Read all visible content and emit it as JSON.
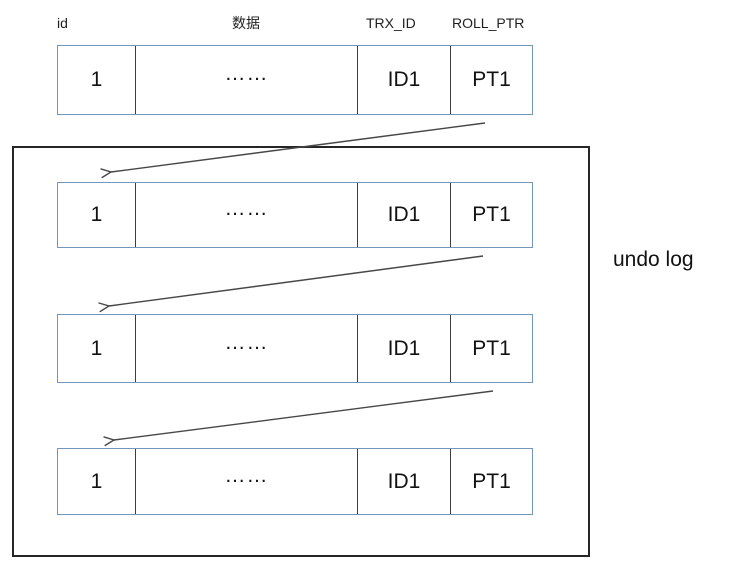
{
  "table": {
    "column_headers": [
      "id",
      "数据",
      "TRX_ID",
      "ROLL_PTR"
    ],
    "rows": [
      {
        "id": "1",
        "data": "……",
        "trx_id": "ID1",
        "roll_ptr": "PT1"
      },
      {
        "id": "1",
        "data": "……",
        "trx_id": "ID1",
        "roll_ptr": "PT1"
      },
      {
        "id": "1",
        "data": "……",
        "trx_id": "ID1",
        "roll_ptr": "PT1"
      },
      {
        "id": "1",
        "data": "……",
        "trx_id": "ID1",
        "roll_ptr": "PT1"
      }
    ]
  },
  "undo_log": {
    "label": "undo log"
  },
  "colors": {
    "row_border": "#7495bd",
    "cell_divider": "#3d3d3d",
    "undo_box_border": "#262626",
    "arrow": "#474747",
    "text": "#1c1c1c"
  }
}
